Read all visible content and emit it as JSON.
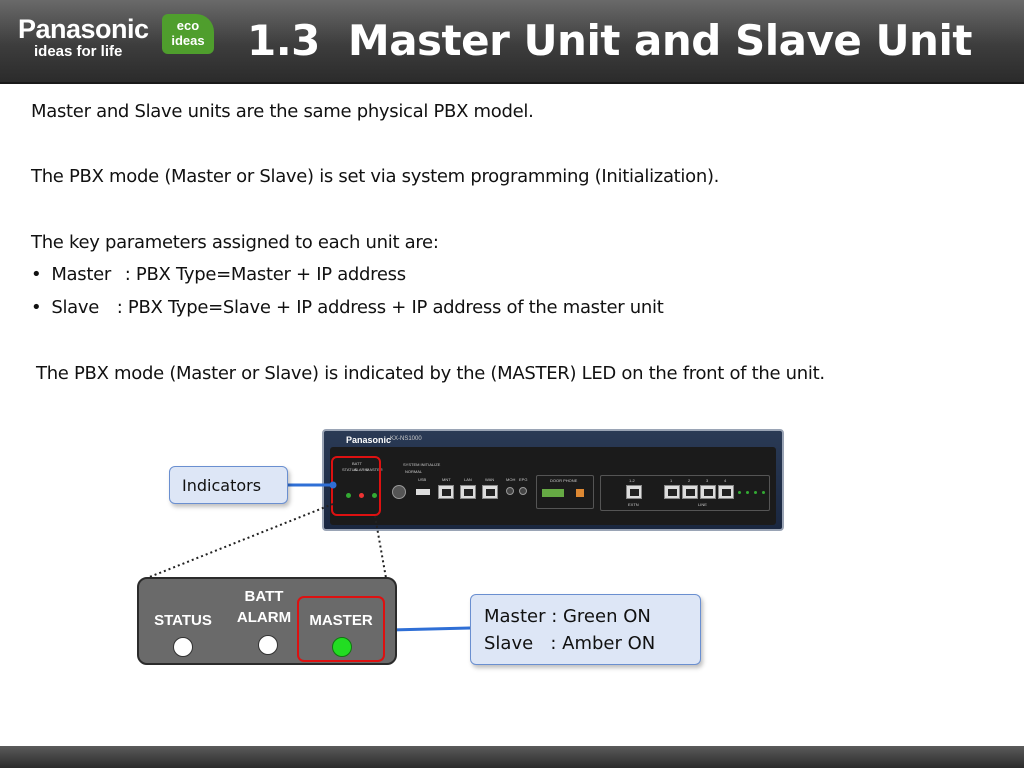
{
  "header": {
    "brand": "Panasonic",
    "tagline": "ideas for life",
    "eco_line1": "eco",
    "eco_line2": "ideas",
    "section_number": "1.3",
    "title": "Master Unit and Slave Unit"
  },
  "body": {
    "p1": "Master and Slave units are the same physical PBX model.",
    "p2": "The PBX mode (Master or Slave) is set via system programming (Initialization).",
    "p3": "The key parameters assigned to each unit are:",
    "bullets": [
      {
        "key": "Master",
        "text": " : PBX Type=Master + IP address"
      },
      {
        "key": "Slave",
        "text": " : PBX Type=Slave + IP address + IP address of the master unit"
      }
    ],
    "p4": "The PBX mode (Master or Slave) is indicated by the (MASTER) LED on the front of the unit."
  },
  "device": {
    "brand": "Panasonic",
    "model": "KX-NS1000",
    "led_labels": [
      "BATT",
      "STATUS",
      "ALARM",
      "MASTER"
    ],
    "port_labels": [
      "SYSTEM INITIALIZE",
      "NORMAL",
      "USB",
      "MNT",
      "LAN",
      "WAN",
      "MOH",
      "EPG",
      "DOOR PHONE",
      "1-2",
      "EXTN",
      "1",
      "2",
      "3",
      "4",
      "LINE"
    ]
  },
  "zoom": {
    "status_label": "STATUS",
    "batt_label": "BATT",
    "alarm_label": "ALARM",
    "master_label": "MASTER"
  },
  "callouts": {
    "indicators": "Indicators",
    "mode_line1": "Master : Green ON",
    "mode_line2": "Slave   : Amber ON"
  },
  "colors": {
    "accent_red": "#dd1111",
    "led_green": "#22dd22",
    "callout_bg": "#dde6f6",
    "callout_border": "#6a8fd0",
    "eco_green": "#4f9e2d"
  }
}
